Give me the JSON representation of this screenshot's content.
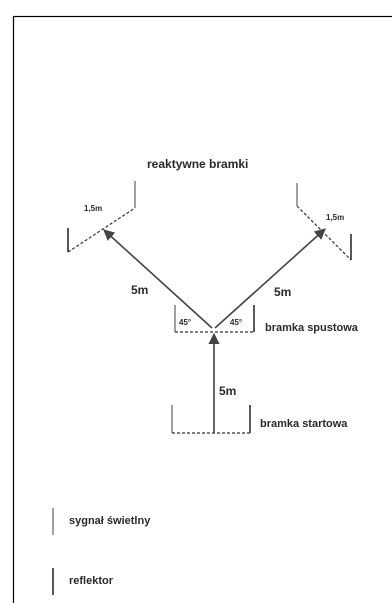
{
  "diagram": {
    "title": "reaktywne bramki",
    "distances": {
      "left_diagonal": "5m",
      "right_diagonal": "5m",
      "vertical": "5m"
    },
    "widths": {
      "left_gate": "1,5m",
      "right_gate": "1,5m"
    },
    "angles": {
      "left": "45°",
      "right": "45°"
    },
    "gate_labels": {
      "release": "bramka spustowa",
      "start": "bramka startowa"
    }
  },
  "legend": {
    "light_signal": "sygnał świetlny",
    "reflector": "reflektor"
  },
  "colors": {
    "light_signal": "#a0a0a0",
    "reflector": "#111111",
    "arrow": "#444444",
    "border": "#000000"
  }
}
